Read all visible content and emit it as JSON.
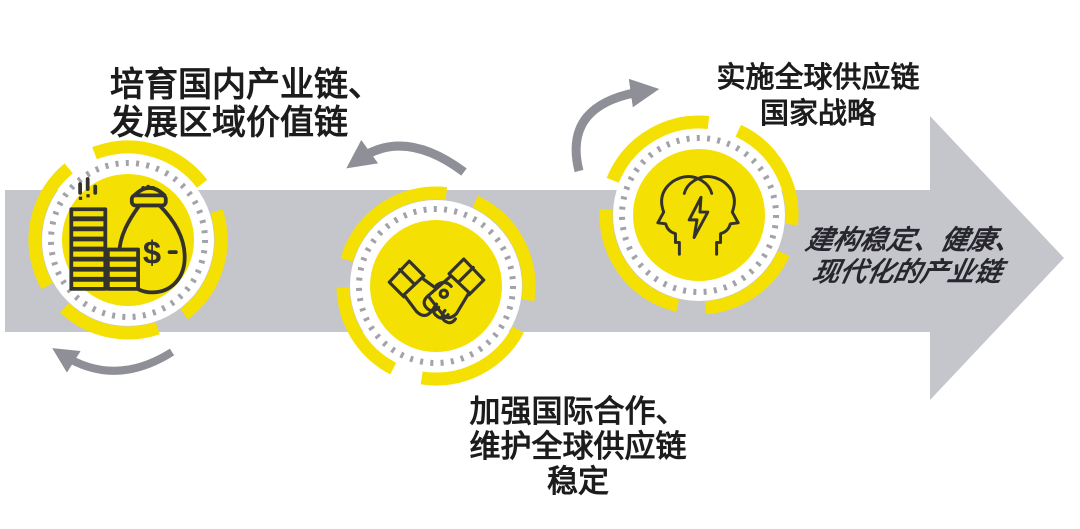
{
  "colors": {
    "bg": "#FFFFFF",
    "yellow": "#F5E003",
    "band_gray": "#C5C5CC",
    "cycle_arrow_gray": "#8F8F98",
    "dot_gray": "#A2A2AB",
    "icon_stroke": "#33322B",
    "label_text": "#1C1C1C",
    "caption_text": "#27262C"
  },
  "steps": [
    {
      "icon": "coins-and-money-bag-icon",
      "currency": "$",
      "lines": [
        "培育国内产业链、",
        "发展区域价值链"
      ]
    },
    {
      "icon": "handshake-icon",
      "lines": [
        "加强国际合作、",
        "维护全球供应链",
        "稳定"
      ]
    },
    {
      "icon": "profile-heads-lightning-icon",
      "lines": [
        "实施全球供应链",
        "国家战略"
      ]
    }
  ],
  "main_arrow_caption": {
    "lines": [
      "建构稳定、健康、",
      "现代化的产业链"
    ]
  }
}
